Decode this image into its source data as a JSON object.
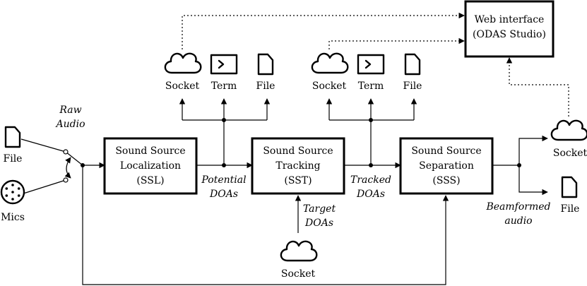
{
  "blocks": {
    "ssl": {
      "line1": "Sound Source",
      "line2": "Localization",
      "line3": "(SSL)"
    },
    "sst": {
      "line1": "Sound Source",
      "line2": "Tracking",
      "line3": "(SST)"
    },
    "sss": {
      "line1": "Sound Source",
      "line2": "Separation",
      "line3": "(SSS)"
    },
    "web": {
      "line1": "Web interface",
      "line2": "(ODAS Studio)"
    }
  },
  "outputs": {
    "socket": "Socket",
    "term": "Term",
    "file": "File"
  },
  "inputs": {
    "file": "File",
    "mics": "Mics",
    "raw_audio_1": "Raw",
    "raw_audio_2": "Audio"
  },
  "signals": {
    "potential_1": "Potential",
    "potential_2": "DOAs",
    "tracked_1": "Tracked",
    "tracked_2": "DOAs",
    "target_1": "Target",
    "target_2": "DOAs",
    "beamformed_1": "Beamformed",
    "beamformed_2": "audio"
  }
}
